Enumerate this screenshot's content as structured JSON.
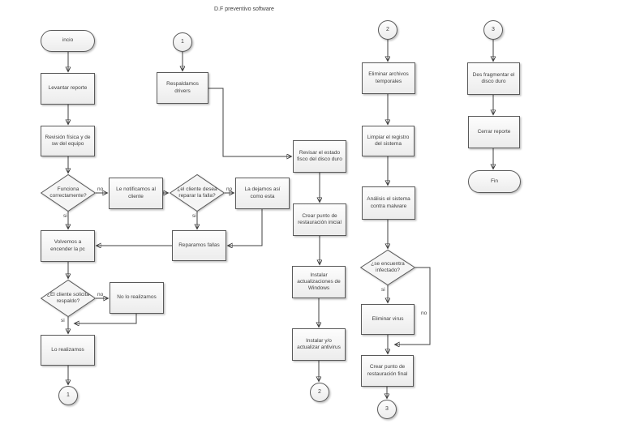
{
  "title": "D.F preventivo software",
  "labels": {
    "si": "si",
    "no": "no"
  },
  "colors": {
    "shape_border": "#5a5a5a",
    "shape_fill": "#f2f2f2",
    "connector": "#404040",
    "text": "#3f3f3f"
  },
  "nodes": {
    "inicio": {
      "label": "incio"
    },
    "levantar": {
      "label": "Levantar reporte"
    },
    "revision": {
      "label": "Revisión física y de sw del equipo"
    },
    "d1": {
      "label": "Funciona correctamente?"
    },
    "lenotificamos": {
      "label": "Le notificamos al cliente"
    },
    "d2": {
      "label": "¿el cliente desea reparar la falla?"
    },
    "ladejamos": {
      "label": "La dejamos así como esta"
    },
    "reparamos": {
      "label": "Reparamos fallas"
    },
    "volvemos": {
      "label": "Volvemos a encender la pc"
    },
    "d3": {
      "label": "¿El cliente solicita respaldo?"
    },
    "nolorealizamos": {
      "label": "No lo realizamos"
    },
    "lorealizamos": {
      "label": "Lo realizamos"
    },
    "c1_top": {
      "label": "1"
    },
    "c1_bottom": {
      "label": "1"
    },
    "respaldamos": {
      "label": "Respaldamos drivers"
    },
    "revisar": {
      "label": "Revisar el estado fisco del disco duro"
    },
    "crear_inicial": {
      "label": "Crear punto de restauración inicial"
    },
    "instalar_windows": {
      "label": "Instalar actualizaciones de Windows"
    },
    "instalar_antivirus": {
      "label": "Instalar y/o actualizar antivirus"
    },
    "c2_top": {
      "label": "2"
    },
    "c2_bottom": {
      "label": "2"
    },
    "eliminar_archivos": {
      "label": "Eliminar archivos temporales"
    },
    "limpiar": {
      "label": "Limpiar el registro del sistema"
    },
    "analisis": {
      "label": "Análisis el sistema contra malware"
    },
    "d4": {
      "label": "¿se encuentra infectado?"
    },
    "eliminar_virus": {
      "label": "Eliminar virus"
    },
    "crear_final": {
      "label": "Crear punto de restauración final"
    },
    "c3_top": {
      "label": "3"
    },
    "c3_bottom": {
      "label": "3"
    },
    "desfragmentar": {
      "label": "Des fragmentar el disco duro"
    },
    "cerrar": {
      "label": "Cerrar reporte"
    },
    "fin": {
      "label": "Fin"
    }
  }
}
